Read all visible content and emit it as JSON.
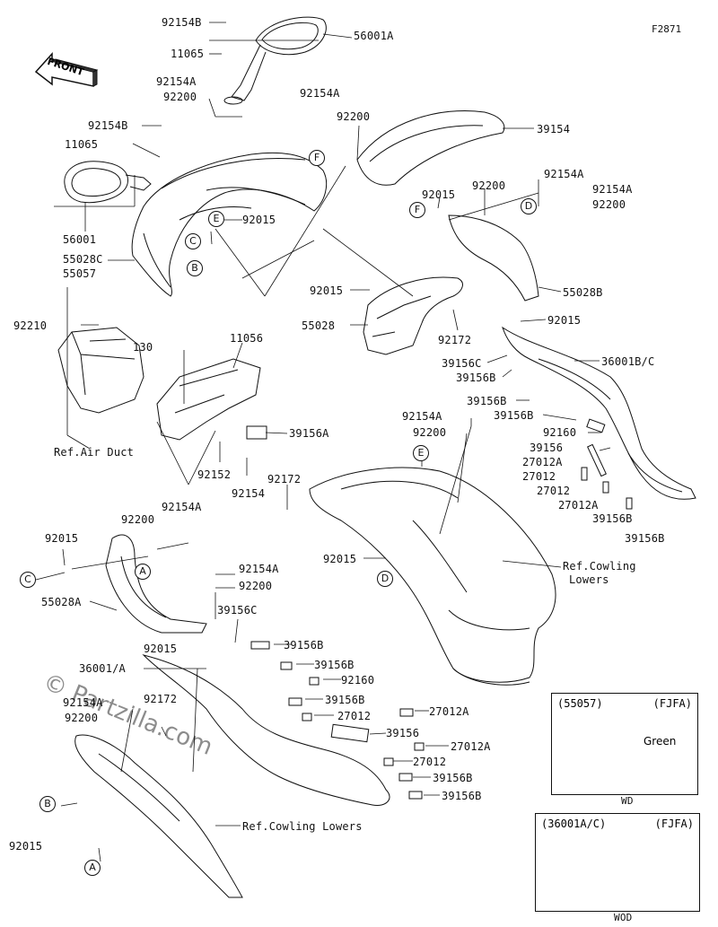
{
  "figure_code": "F2871",
  "front_label": "FRONT",
  "watermark": "© Partzilla.com",
  "labels": [
    {
      "id": "l1",
      "text": "92154B"
    },
    {
      "id": "l2",
      "text": "56001A"
    },
    {
      "id": "l3",
      "text": "11065"
    },
    {
      "id": "l4",
      "text": "92154A"
    },
    {
      "id": "l5",
      "text": "92200"
    },
    {
      "id": "l6",
      "text": "92154A"
    },
    {
      "id": "l7",
      "text": "92200"
    },
    {
      "id": "l8",
      "text": "39154"
    },
    {
      "id": "l9",
      "text": "92154B"
    },
    {
      "id": "l10",
      "text": "11065"
    },
    {
      "id": "l11",
      "text": "56001"
    },
    {
      "id": "l12",
      "text": "55028C"
    },
    {
      "id": "l13",
      "text": "55057"
    },
    {
      "id": "l14",
      "text": "92015"
    },
    {
      "id": "l15",
      "text": "92154A"
    },
    {
      "id": "l16",
      "text": "92200"
    },
    {
      "id": "l17",
      "text": "92154A"
    },
    {
      "id": "l18",
      "text": "92200"
    },
    {
      "id": "l19",
      "text": "92015"
    },
    {
      "id": "l20",
      "text": "55028B"
    },
    {
      "id": "l21",
      "text": "92015"
    },
    {
      "id": "l22",
      "text": "55028"
    },
    {
      "id": "l23",
      "text": "92172"
    },
    {
      "id": "l24",
      "text": "92015"
    },
    {
      "id": "l25",
      "text": "92210"
    },
    {
      "id": "l26",
      "text": "130"
    },
    {
      "id": "l27",
      "text": "11056"
    },
    {
      "id": "l28",
      "text": "39156C"
    },
    {
      "id": "l29",
      "text": "36001B/C"
    },
    {
      "id": "l30",
      "text": "39156B"
    },
    {
      "id": "l31",
      "text": "39156B"
    },
    {
      "id": "l32",
      "text": "92154A"
    },
    {
      "id": "l33",
      "text": "39156B"
    },
    {
      "id": "l34",
      "text": "92200"
    },
    {
      "id": "l35",
      "text": "92160"
    },
    {
      "id": "l36",
      "text": "39156A"
    },
    {
      "id": "l37",
      "text": "39156"
    },
    {
      "id": "l38",
      "text": "27012A"
    },
    {
      "id": "l39",
      "text": "Ref.Air Duct"
    },
    {
      "id": "l40",
      "text": "27012"
    },
    {
      "id": "l41",
      "text": "92152"
    },
    {
      "id": "l42",
      "text": "92172"
    },
    {
      "id": "l43",
      "text": "27012"
    },
    {
      "id": "l44",
      "text": "92154"
    },
    {
      "id": "l45",
      "text": "27012A"
    },
    {
      "id": "l46",
      "text": "39156B"
    },
    {
      "id": "l47",
      "text": "92200"
    },
    {
      "id": "l48",
      "text": "92154A"
    },
    {
      "id": "l49",
      "text": "39156B"
    },
    {
      "id": "l50",
      "text": "92015"
    },
    {
      "id": "l51",
      "text": "92154A"
    },
    {
      "id": "l52",
      "text": "92015"
    },
    {
      "id": "l53",
      "text": "Ref.Cowling"
    },
    {
      "id": "l54",
      "text": "Lowers"
    },
    {
      "id": "l55",
      "text": "92200"
    },
    {
      "id": "l56",
      "text": "55028A"
    },
    {
      "id": "l57",
      "text": "39156C"
    },
    {
      "id": "l58",
      "text": "92015"
    },
    {
      "id": "l59",
      "text": "39156B"
    },
    {
      "id": "l60",
      "text": "36001/A"
    },
    {
      "id": "l61",
      "text": "39156B"
    },
    {
      "id": "l62",
      "text": "92160"
    },
    {
      "id": "l63",
      "text": "39156B"
    },
    {
      "id": "l64",
      "text": "27012A"
    },
    {
      "id": "l65",
      "text": "92154A"
    },
    {
      "id": "l66",
      "text": "92172"
    },
    {
      "id": "l67",
      "text": "27012"
    },
    {
      "id": "l68",
      "text": "92200"
    },
    {
      "id": "l69",
      "text": "39156"
    },
    {
      "id": "l70",
      "text": "27012A"
    },
    {
      "id": "l71",
      "text": "27012"
    },
    {
      "id": "l72",
      "text": "39156B"
    },
    {
      "id": "l73",
      "text": "39156B"
    },
    {
      "id": "l74",
      "text": "Ref.Cowling Lowers"
    },
    {
      "id": "l75",
      "text": "92015"
    }
  ],
  "callouts": [
    {
      "id": "c1",
      "text": "F"
    },
    {
      "id": "c2",
      "text": "E"
    },
    {
      "id": "c3",
      "text": "C"
    },
    {
      "id": "c4",
      "text": "B"
    },
    {
      "id": "c5",
      "text": "F"
    },
    {
      "id": "c6",
      "text": "D"
    },
    {
      "id": "c7",
      "text": "E"
    },
    {
      "id": "c8",
      "text": "C"
    },
    {
      "id": "c9",
      "text": "A"
    },
    {
      "id": "c10",
      "text": "D"
    },
    {
      "id": "c11",
      "text": "B"
    },
    {
      "id": "c12",
      "text": "A"
    }
  ],
  "insets": [
    {
      "id": "wd",
      "part": "(55057)",
      "code": "(FJFA)",
      "color_label": "Green",
      "caption": "WD"
    },
    {
      "id": "wod",
      "part": "(36001A/C)",
      "code": "(FJFA)",
      "caption": "WOD"
    }
  ]
}
